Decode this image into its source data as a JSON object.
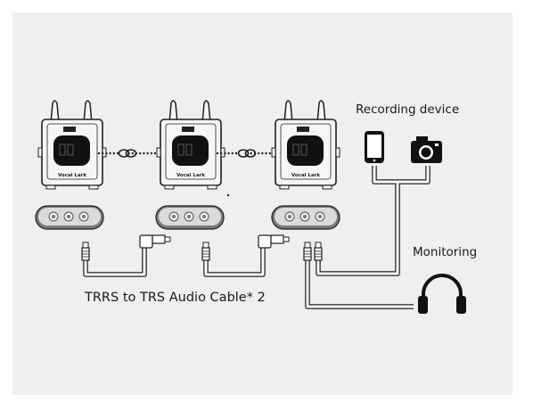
{
  "labels": {
    "recording_device": "Recording device",
    "monitoring": "Monitoring",
    "cable": "TRRS to TRS Audio Cable* 2"
  },
  "devices": [
    {
      "brand": "Vocal Lark"
    },
    {
      "brand": "Vocal Lark"
    },
    {
      "brand": "Vocal Lark"
    }
  ],
  "icons": [
    "phone-icon",
    "camera-icon",
    "headphones-icon",
    "link-icon"
  ],
  "colors": {
    "panel": "#efefef",
    "line": "#1f1f1f",
    "screen": "#111111",
    "cable": "#ffffff"
  }
}
